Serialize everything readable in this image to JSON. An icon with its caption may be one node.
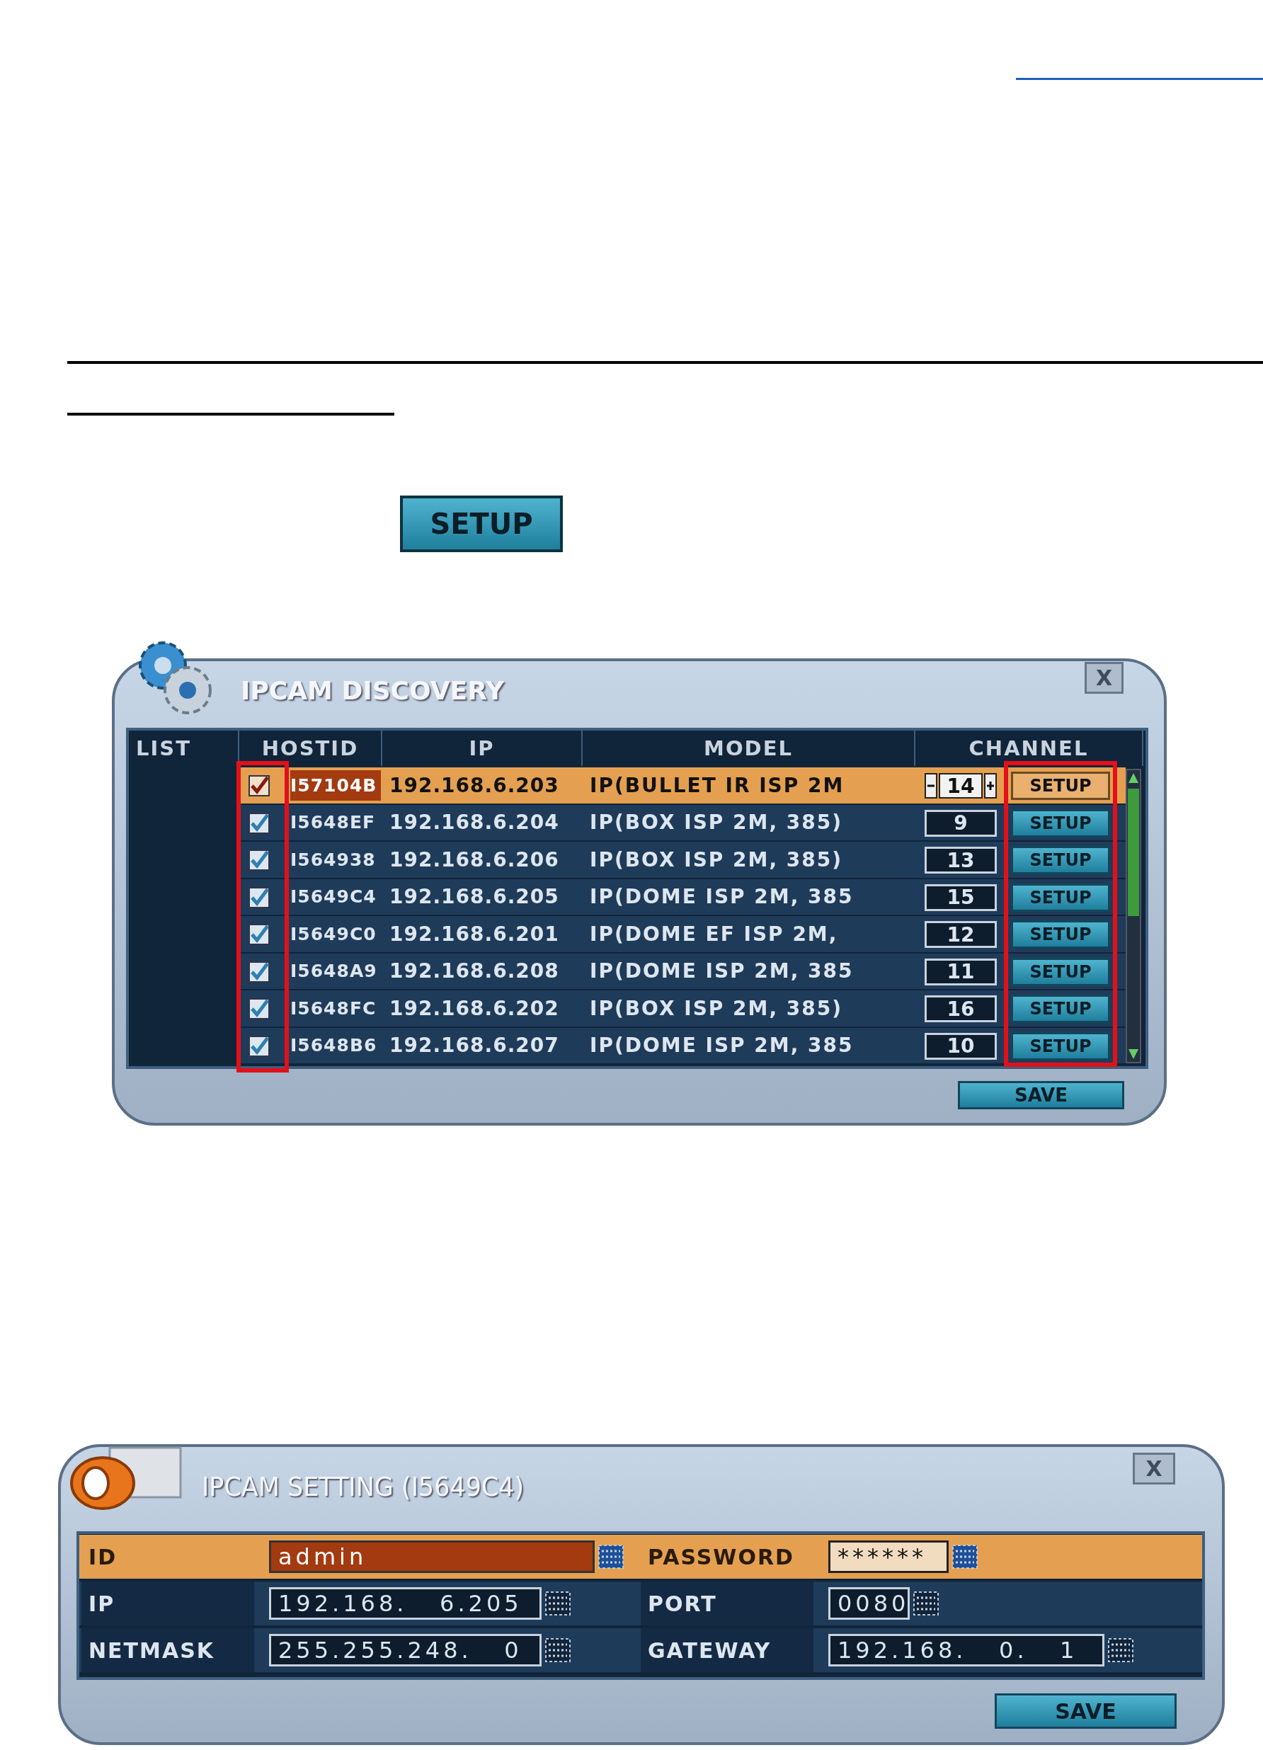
{
  "diagram": {
    "labels": [
      "SETUP",
      "IPCAM DISCOVERY",
      "X",
      "LIST",
      "HOSTID",
      "IP",
      "MODEL",
      "CHANNEL",
      "I57104B",
      "192.168.6.203",
      "IP(BULLET IR ISP 2M",
      "14",
      "SETUP",
      "I5648EF",
      "192.168.6.204",
      "IP(BOX ISP 2M, 385)",
      "9",
      "SETUP",
      "I564938",
      "192.168.6.206",
      "IP(BOX ISP 2M, 385)",
      "13",
      "SETUP",
      "I5649C4",
      "192.168.6.205",
      "IP(DOME ISP 2M, 385",
      "15",
      "SETUP",
      "I5649C0",
      "192.168.6.201",
      "IP(DOME EF ISP 2M,",
      "12",
      "SETUP",
      "I5648A9",
      "192.168.6.208",
      "IP(DOME ISP 2M, 385",
      "11",
      "SETUP",
      "I5648FC",
      "192.168.6.202",
      "IP(BOX ISP 2M, 385)",
      "16",
      "SETUP",
      "I5648B6",
      "192.168.6.207",
      "IP(DOME ISP 2M, 385",
      "10",
      "SETUP",
      "SAVE",
      "IPCAM SETTING (I5649C4)",
      "X",
      "ID",
      "admin",
      "PASSWORD",
      "******",
      "IP",
      "192.168.   6.205",
      "PORT",
      "0080",
      "NETMASK",
      "255.255.248.   0",
      "GATEWAY",
      "192.168.   0.   1",
      "SAVE"
    ]
  }
}
